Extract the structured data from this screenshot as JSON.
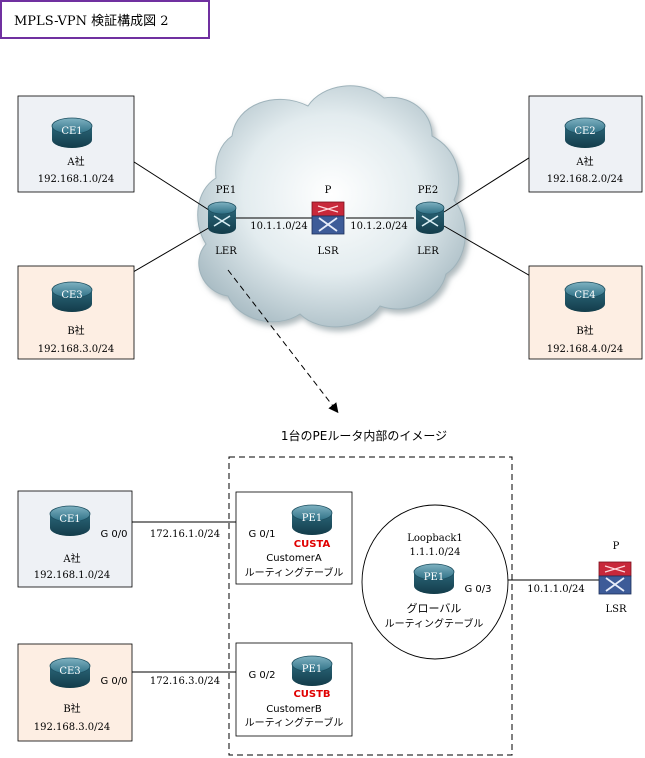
{
  "title": "MPLS-VPN 検証構成図 2",
  "colors": {
    "title_border": "#7030a0",
    "company_a_bg": "#eef1f5",
    "company_b_bg": "#fdeee3",
    "vrf_label": "#e00000",
    "router_body": "#1f5a6e"
  },
  "top": {
    "ce1": {
      "label": "CE1",
      "company": "A社",
      "net": "192.168.1.0/24"
    },
    "ce2": {
      "label": "CE2",
      "company": "A社",
      "net": "192.168.2.0/24"
    },
    "ce3": {
      "label": "CE3",
      "company": "B社",
      "net": "192.168.3.0/24"
    },
    "ce4": {
      "label": "CE4",
      "company": "B社",
      "net": "192.168.4.0/24"
    },
    "pe1": {
      "name": "PE1",
      "role": "LER"
    },
    "p": {
      "name": "P",
      "role": "LSR"
    },
    "pe2": {
      "name": "PE2",
      "role": "LER"
    },
    "link_pe1_p": "10.1.1.0/24",
    "link_p_pe2": "10.1.2.0/24"
  },
  "caption": "1台のPEルータ内部のイメージ",
  "bottom": {
    "ce1": {
      "label": "CE1",
      "iface": "G 0/0",
      "company": "A社",
      "net": "192.168.1.0/24"
    },
    "ce3": {
      "label": "CE3",
      "iface": "G 0/0",
      "company": "B社",
      "net": "192.168.3.0/24"
    },
    "link_a": "172.16.1.0/24",
    "link_b": "172.16.3.0/24",
    "vrf_a": {
      "router": "PE1",
      "iface": "G 0/1",
      "vrf": "CUSTA",
      "name": "CustomerA",
      "table": "ルーティングテーブル"
    },
    "vrf_b": {
      "router": "PE1",
      "iface": "G 0/2",
      "vrf": "CUSTB",
      "name": "CustomerB",
      "table": "ルーティングテーブル"
    },
    "global": {
      "loopback": "Loopback1",
      "loopback_net": "1.1.1.0/24",
      "router": "PE1",
      "iface": "G 0/3",
      "name": "グローバル",
      "table": "ルーティングテーブル"
    },
    "link_p": "10.1.1.0/24",
    "p": {
      "name": "P",
      "role": "LSR"
    }
  }
}
